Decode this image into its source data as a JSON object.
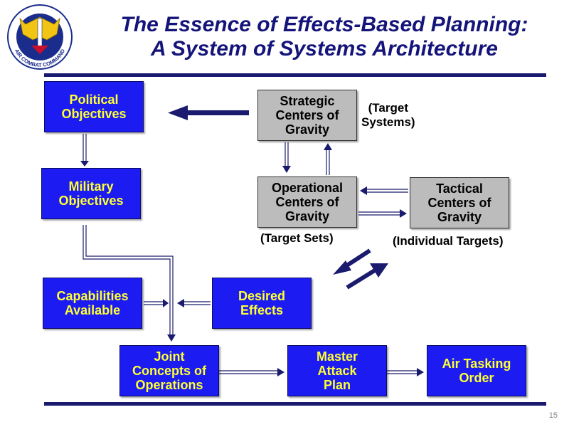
{
  "slide": {
    "title_line1": "The Essence of Effects-Based Planning:",
    "title_line2": "A System of Systems Architecture",
    "page_number": "15"
  },
  "logo": {
    "text": "AIR COMBAT COMMAND",
    "colors": {
      "shield": "#1a2d8c",
      "wings": "#f2c413",
      "rim": "#ffffff"
    }
  },
  "boxes": {
    "political_objectives": "Political\nObjectives",
    "military_objectives": "Military\nObjectives",
    "capabilities_available": "Capabilities\nAvailable",
    "desired_effects": "Desired\nEffects",
    "joint_concepts": "Joint\nConcepts of\nOperations",
    "master_attack_plan": "Master\nAttack\nPlan",
    "air_tasking_order": "Air Tasking\nOrder",
    "strategic_cog": "Strategic\nCenters of\nGravity",
    "operational_cog": "Operational\nCenters of\nGravity",
    "tactical_cog": "Tactical\nCenters of\nGravity"
  },
  "notes": {
    "target_systems": "(Target\nSystems)",
    "target_sets": "(Target Sets)",
    "individual_targets": "(Individual Targets)"
  },
  "colors": {
    "title": "#14147a",
    "blue_box": "#1c1cf2",
    "blue_box_text": "#ffff33",
    "gray_box": "#bcbcbc",
    "arrow": "#1a1a6e"
  }
}
